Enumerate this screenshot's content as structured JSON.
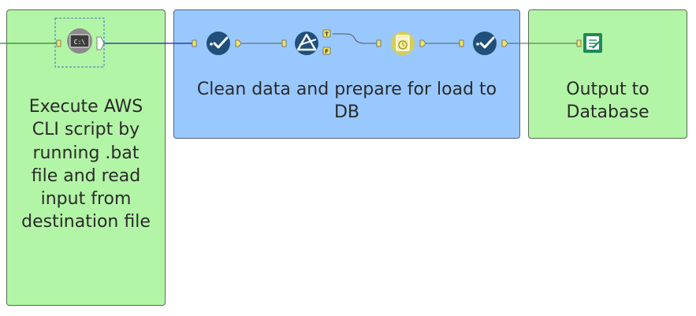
{
  "containers": {
    "execute": {
      "caption": "Execute AWS CLI script by running .bat file and read input from destination file",
      "color": "#b3f5a6"
    },
    "clean": {
      "caption": "Clean data and prepare for load to DB",
      "color": "#99c8ff"
    },
    "output": {
      "caption": "Output to Database",
      "color": "#b3f5a6"
    }
  },
  "tools": {
    "run_command": {
      "icon": "command-prompt-icon",
      "label": "C:\\"
    },
    "select_1": {
      "icon": "select-checkmark-icon"
    },
    "filter": {
      "icon": "filter-triangle-icon",
      "true_anchor": "T",
      "false_anchor": "F"
    },
    "datetime": {
      "icon": "datetime-clock-icon"
    },
    "select_2": {
      "icon": "select-checkmark-icon"
    },
    "output_data": {
      "icon": "output-data-icon"
    }
  },
  "colors": {
    "connector_blue": "#1e1eb0",
    "connector_green": "#2a8a2a",
    "connector_gray": "#5a5a5a",
    "select_tool": "#1f4f7a",
    "anchor_yellow": "#f2e45a",
    "datetime_tool": "#d6cd58",
    "output_tool": "#1f8a5a"
  }
}
